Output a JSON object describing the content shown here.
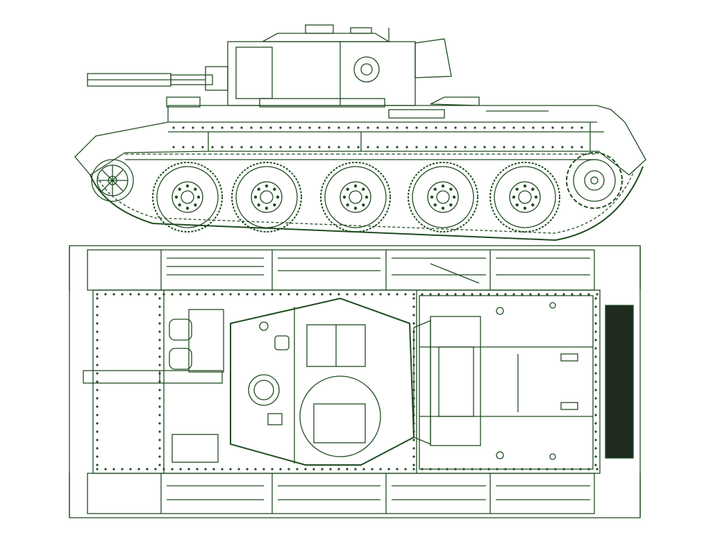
{
  "drawing": {
    "subject": "tank-orthographic-drawing",
    "views": [
      "side-elevation",
      "top-plan"
    ],
    "colors": {
      "line": "#1f4a1f",
      "background": "#ffffff",
      "radiator_grille": "#1e2b1e"
    },
    "side_view": {
      "road_wheel_count": 5,
      "has_drive_sprocket": true,
      "has_idler_wheel": true
    },
    "top_view": {
      "has_turret": true,
      "has_engine_deck_grille": true,
      "has_stowage_on_fenders": true
    }
  }
}
